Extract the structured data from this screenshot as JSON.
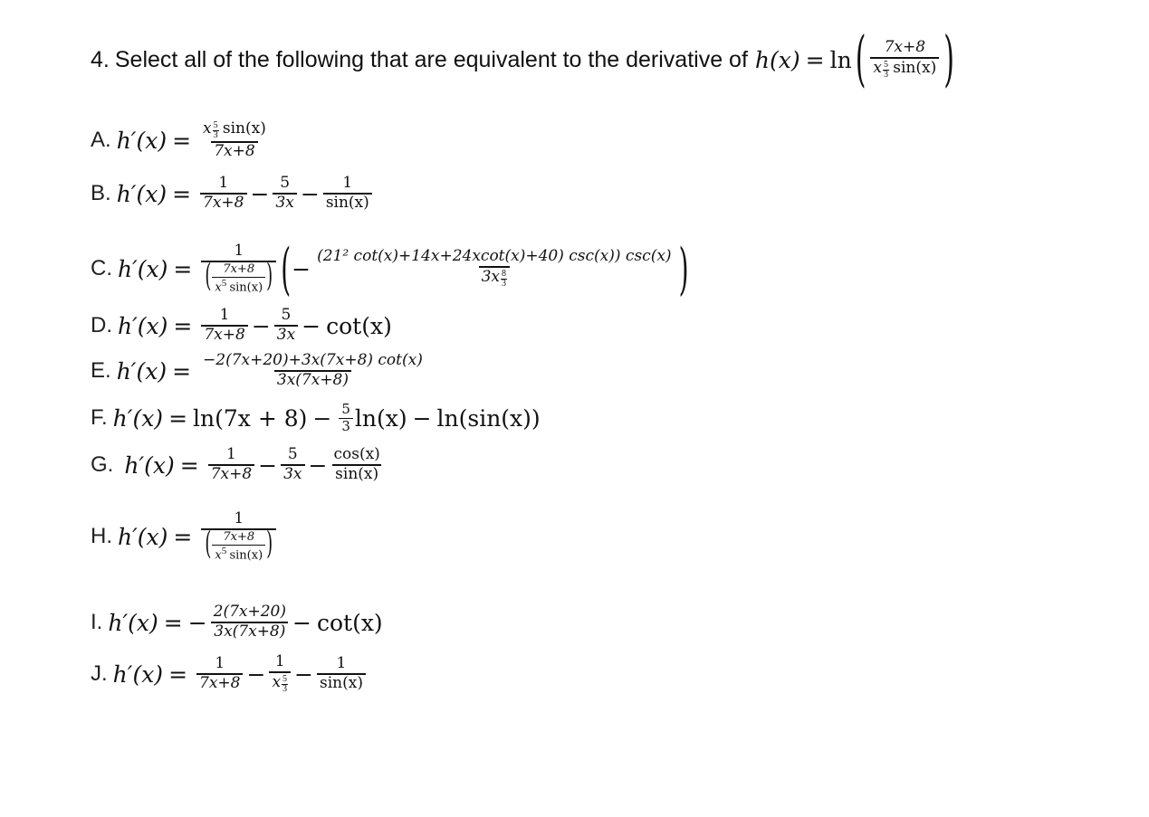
{
  "question": {
    "number": "4.",
    "prompt": "Select all of the following that are equivalent to the derivative of",
    "function_lhs": "h(x)",
    "equals": "=",
    "ln": "ln",
    "func_num": "7x+8",
    "func_den_base": "x",
    "func_den_exp_num": "5",
    "func_den_exp_den": "3",
    "func_den_rest": "sin(x)"
  },
  "lhs": "h′(x)",
  "eq": "=",
  "options": {
    "A": {
      "label": "A.",
      "num_base": "x",
      "num_exp_num": "5",
      "num_exp_den": "3",
      "num_rest": "sin(x)",
      "den": "7x+8"
    },
    "B": {
      "label": "B.",
      "t1_num": "1",
      "t1_den": "7x+8",
      "op1": "−",
      "t2_num": "5",
      "t2_den": "3x",
      "op2": "−",
      "t3_num": "1",
      "t3_den": "sin(x)"
    },
    "C": {
      "label": "C.",
      "outer_num": "1",
      "inner_num": "7x+8",
      "inner_den_base": "x",
      "inner_den_exp": "5",
      "inner_den_rest": "sin(x)",
      "minus": "−",
      "big_num": "(21² cot(x)+14x+24xcot(x)+40) csc(x)) csc(x)",
      "big_den_base": "3x",
      "big_den_exp_num": "8",
      "big_den_exp_den": "3"
    },
    "D": {
      "label": "D.",
      "t1_num": "1",
      "t1_den": "7x+8",
      "op1": "−",
      "t2_num": "5",
      "t2_den": "3x",
      "op2": "−",
      "t3": "cot(x)"
    },
    "E": {
      "label": "E.",
      "num": "−2(7x+20)+3x(7x+8) cot(x)",
      "den": "3x(7x+8)"
    },
    "F": {
      "label": "F.",
      "p1": "ln(7x + 8)",
      "op1": "−",
      "c_num": "5",
      "c_den": "3",
      "p2": "ln(x)",
      "op2": "−",
      "p3": "ln(sin(x))"
    },
    "G": {
      "label": "G.",
      "t1_num": "1",
      "t1_den": "7x+8",
      "op1": "−",
      "t2_num": "5",
      "t2_den": "3x",
      "op2": "−",
      "t3_num": "cos(x)",
      "t3_den": "sin(x)"
    },
    "H": {
      "label": "H.",
      "outer_num": "1",
      "inner_num": "7x+8",
      "inner_den_base": "x",
      "inner_den_exp": "5",
      "inner_den_rest": "sin(x)"
    },
    "I": {
      "label": "I.",
      "lead": "−",
      "num": "2(7x+20)",
      "den": "3x(7x+8)",
      "op": "−",
      "t2": "cot(x)"
    },
    "J": {
      "label": "J.",
      "t1_num": "1",
      "t1_den": "7x+8",
      "op1": "−",
      "t2_num": "1",
      "t2_den_base": "x",
      "t2_den_exp_num": "5",
      "t2_den_exp_den": "3",
      "op2": "−",
      "t3_num": "1",
      "t3_den": "sin(x)"
    }
  }
}
